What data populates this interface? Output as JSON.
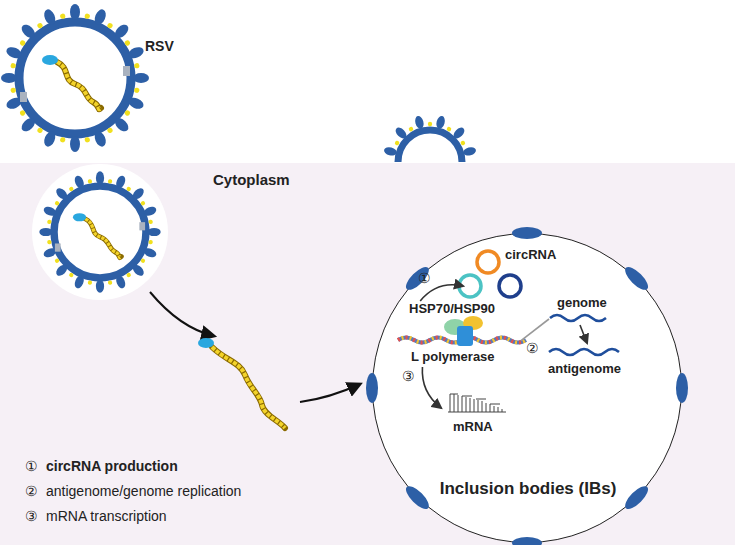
{
  "diagram": {
    "nodes": [
      {
        "text": [
          "Cytoplasm"
        ]
      },
      {
        "text": [
          "RSV"
        ]
      },
      {
        "text": [
          "Inclusion bodies (IBs)"
        ],
        "in": 0
      },
      {
        "text": [
          "circRNA"
        ],
        "in": 2
      },
      {
        "text": [
          "HSP70/HSP90",
          "L polymerase"
        ],
        "in": 2
      },
      {
        "text": [
          "genome"
        ],
        "in": 2
      },
      {
        "text": [
          "antigenome"
        ],
        "in": 2
      },
      {
        "text": [
          "mRNA"
        ],
        "in": 2
      }
    ],
    "edges": [
      {
        "from": 4,
        "to": 3,
        "arrow": "to",
        "label": "①"
      },
      {
        "from": 4,
        "to": 5,
        "arrow": "none",
        "label": "②"
      },
      {
        "from": 5,
        "to": 6,
        "arrow": "to"
      },
      {
        "from": 4,
        "to": 7,
        "arrow": "to",
        "label": "③"
      }
    ],
    "labels": [
      "①",
      "circRNA production",
      "②",
      "antigenome/genome replication",
      "③",
      "mRNA transcription"
    ]
  }
}
